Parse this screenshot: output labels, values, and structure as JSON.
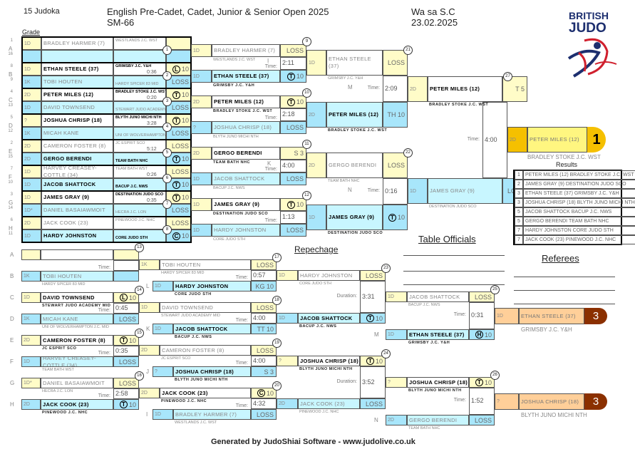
{
  "header": {
    "judoka_count": "15 Judoka",
    "event": "English Pre-Cadet, Cadet, Junior & Senior Open 2025",
    "category": "SM-66",
    "venue": "Wa sa  S.C",
    "date": "23.02.2025",
    "grade_label": "Grade",
    "logo": "BRITISH JUDO"
  },
  "labels": {
    "time": "Time:",
    "duration": "Duration:",
    "repechage": "Repechage",
    "table_officials": "Table Officials",
    "referees": "Referees",
    "results": "Results"
  },
  "pool_letters": [
    "A",
    "B",
    "C",
    "D",
    "E",
    "F",
    "G",
    "H"
  ],
  "seeds": [
    "1",
    "16",
    "8",
    "9",
    "4",
    "13",
    "5",
    "12",
    "2",
    "15",
    "7",
    "10",
    "3",
    "14",
    "6",
    "11"
  ],
  "matches": [
    {
      "num": "1",
      "time": "",
      "top": {
        "grade": "1D",
        "name": "BRADLEY HARMER (7)",
        "club": "WESTLANDS J.C. WST",
        "mark": "",
        "score": "",
        "win": false
      },
      "bottom": {
        "grade": "",
        "name": "",
        "club": "",
        "mark": "",
        "score": "",
        "win": false
      }
    },
    {
      "num": "2",
      "time": "0:36",
      "top": {
        "grade": "1D",
        "name": "ETHAN STEELE (37)",
        "club": "GRIMSBY J.C. Y&H",
        "mark": "L",
        "score": "10",
        "win": true
      },
      "bottom": {
        "grade": "1K",
        "name": "TOBI HOUTEN",
        "club": "HARDY SPICER 83 MID",
        "mark": "",
        "score": "LOSS",
        "win": false
      }
    },
    {
      "num": "3",
      "time": "0:20",
      "top": {
        "grade": "2D",
        "name": "PETER MILES (12)",
        "club": "BRADLEY STOKE J.C. WST",
        "mark": "T",
        "score": "10",
        "win": true
      },
      "bottom": {
        "grade": "1D",
        "name": "DAVID TOWNSEND",
        "club": "STEWART JUDO ACADEMY MID",
        "mark": "",
        "score": "LOSS",
        "win": false
      }
    },
    {
      "num": "4",
      "time": "3:28",
      "top": {
        "grade": "?",
        "name": "JOSHUA CHRISP (18)",
        "club": "BLYTH JUNO MICHI NTH",
        "mark": "T",
        "score": "10",
        "win": true
      },
      "bottom": {
        "grade": "1K",
        "name": "MICAH KANE",
        "club": "UNI OF WOLVERHAMPTON J.C. MID",
        "mark": "",
        "score": "LOSS",
        "win": false
      }
    },
    {
      "num": "5",
      "time": "5:12",
      "top": {
        "grade": "2D",
        "name": "CAMERON FOSTER (8)",
        "club": "JC ESPRIT SCO",
        "mark": "",
        "score": "LOSS",
        "win": false
      },
      "bottom": {
        "grade": "2D",
        "name": "GERGO BERENDI",
        "club": "TEAM BATH NHC",
        "mark": "T",
        "score": "10",
        "win": true
      }
    },
    {
      "num": "6",
      "time": "0:26",
      "top": {
        "grade": "1D",
        "name": "HARVEY CREASEY-COTTLE (34)",
        "club": "TEAM BATH WST",
        "mark": "",
        "score": "LOSS",
        "win": false
      },
      "bottom": {
        "grade": "1D",
        "name": "JACOB SHATTOCK",
        "club": "BACUP J.C. NWS",
        "mark": "T",
        "score": "10",
        "win": true
      }
    },
    {
      "num": "7",
      "time": "0:35",
      "top": {
        "grade": "1D",
        "name": "JAMES GRAY (9)",
        "club": "DESTINATION JUDO SCO",
        "mark": "T",
        "score": "10",
        "win": true
      },
      "bottom": {
        "grade": "1D*",
        "name": "DANIEL BASAIAWMOIT",
        "club": "HECRA J.C. LON",
        "mark": "",
        "score": "LOSS",
        "win": false
      }
    },
    {
      "num": "8",
      "time": "",
      "top": {
        "grade": "2D",
        "name": "JACK   COOK (23)",
        "club": "PINEWOOD J.C. NHC",
        "mark": "",
        "score": "LOSS",
        "win": false
      },
      "bottom": {
        "grade": "1D",
        "name": "HARDY JOHNSTON",
        "club": "CORE JUDO STH",
        "mark": "C",
        "score": "10",
        "win": true
      }
    },
    {
      "num": "9",
      "time": "2:11",
      "tag": "I",
      "top": {
        "grade": "1D",
        "name": "BRADLEY HARMER (7)",
        "club": "WESTLANDS J.C. WST",
        "mark": "",
        "score": "LOSS",
        "win": false
      },
      "bottom": {
        "grade": "1D",
        "name": "ETHAN STEELE (37)",
        "club": "GRIMSBY J.C. Y&H",
        "mark": "T",
        "score": "10",
        "win": true
      }
    },
    {
      "num": "10",
      "time": "2:18",
      "tag": "",
      "top": {
        "grade": "2D",
        "name": "PETER MILES (12)",
        "club": "BRADLEY STOKE J.C. WST",
        "mark": "T",
        "score": "10",
        "win": true
      },
      "bottom": {
        "grade": "?",
        "name": "JOSHUA CHRISP (18)",
        "club": "BLYTH JUNO MICHI NTH",
        "mark": "",
        "score": "LOSS",
        "win": false
      }
    },
    {
      "num": "11",
      "time": "4:00",
      "tag": "K",
      "top": {
        "grade": "2D",
        "name": "GERGO BERENDI",
        "club": "TEAM BATH NHC",
        "mark": "",
        "score": "S 3",
        "win": true
      },
      "bottom": {
        "grade": "1D",
        "name": "JACOB SHATTOCK",
        "club": "BACUP J.C. NWS",
        "mark": "",
        "score": "LOSS",
        "win": false
      }
    },
    {
      "num": "12",
      "time": "1:13",
      "tag": "",
      "top": {
        "grade": "1D",
        "name": "JAMES GRAY (9)",
        "club": "DESTINATION JUDO SCO",
        "mark": "T",
        "score": "10",
        "win": true
      },
      "bottom": {
        "grade": "1D",
        "name": "HARDY JOHNSTON",
        "club": "CORE JUDO STH",
        "mark": "",
        "score": "LOSS",
        "win": false
      }
    },
    {
      "num": "21",
      "time": "2:09",
      "tag": "M",
      "top": {
        "grade": "1D",
        "name": "ETHAN STEELE (37)",
        "club": "GRIMSBY J.C. Y&H",
        "mark": "",
        "score": "LOSS",
        "win": false
      },
      "bottom": {
        "grade": "2D",
        "name": "PETER MILES (12)",
        "club": "BRADLEY STOKE J.C. WST",
        "mark": "",
        "score": "TH 10",
        "win": true
      }
    },
    {
      "num": "22",
      "time": "0:16",
      "tag": "N",
      "top": {
        "grade": "2D",
        "name": "GERGO BERENDI",
        "club": "TEAM BATH NHC",
        "mark": "",
        "score": "LOSS",
        "win": false
      },
      "bottom": {
        "grade": "1D",
        "name": "JAMES GRAY (9)",
        "club": "DESTINATION JUDO SCO",
        "mark": "T",
        "score": "10",
        "win": true
      }
    },
    {
      "num": "27",
      "time": "4:00",
      "tag": "",
      "top": {
        "grade": "2D",
        "name": "PETER MILES (12)",
        "club": "BRADLEY STOKE J.C. WST",
        "mark": "",
        "score": "T 5",
        "win": true
      },
      "bottom": {
        "grade": "1D",
        "name": "JAMES GRAY (9)",
        "club": "DESTINATION JUDO SCO",
        "mark": "",
        "score": "LOSS",
        "win": false
      }
    },
    {
      "num": "13",
      "time": "",
      "tag": "",
      "top": {
        "grade": "",
        "name": "",
        "club": "",
        "mark": "",
        "score": "",
        "win": false
      },
      "bottom": {
        "grade": "1K",
        "name": "TOBI HOUTEN",
        "club": "HARDY SPICER 83 MID",
        "mark": "",
        "score": "",
        "win": false
      }
    },
    {
      "num": "14",
      "time": "0:45",
      "tag": "",
      "top": {
        "grade": "1D",
        "name": "DAVID TOWNSEND",
        "club": "STEWART JUDO ACADEMY MID",
        "mark": "L",
        "score": "10",
        "win": true
      },
      "bottom": {
        "grade": "1K",
        "name": "MICAH KANE",
        "club": "UNI OF WOLVERHAMPTON J.C. MID",
        "mark": "",
        "score": "LOSS",
        "win": false
      }
    },
    {
      "num": "15",
      "time": "0:35",
      "tag": "",
      "top": {
        "grade": "2D",
        "name": "CAMERON FOSTER (8)",
        "club": "JC ESPRIT SCO",
        "mark": "T",
        "score": "10",
        "win": true
      },
      "bottom": {
        "grade": "1D",
        "name": "HARVEY CREASEY-COTTLE (34)",
        "club": "TEAM BATH WST",
        "mark": "",
        "score": "LOSS",
        "win": false
      }
    },
    {
      "num": "16",
      "time": "2:58",
      "tag": "",
      "top": {
        "grade": "1D*",
        "name": "DANIEL BASAIAWMOIT",
        "club": "HECRA J.C. LON",
        "mark": "",
        "score": "LOSS",
        "win": false
      },
      "bottom": {
        "grade": "2D",
        "name": "JACK   COOK (23)",
        "club": "PINEWOOD J.C. NHC",
        "mark": "T",
        "score": "10",
        "win": true
      }
    },
    {
      "num": "17",
      "time": "0:57",
      "tag": "L",
      "top": {
        "grade": "1K",
        "name": "TOBI HOUTEN",
        "club": "HARDY SPICER 83 MID",
        "mark": "",
        "score": "LOSS",
        "win": false
      },
      "bottom": {
        "grade": "1D",
        "name": "HARDY JOHNSTON",
        "club": "CORE JUDO STH",
        "mark": "",
        "score": "KG 10",
        "win": true
      }
    },
    {
      "num": "18",
      "time": "4:00",
      "tag": "K",
      "top": {
        "grade": "1D",
        "name": "DAVID TOWNSEND",
        "club": "STEWART JUDO ACADEMY MID",
        "mark": "",
        "score": "LOSS",
        "win": false
      },
      "bottom": {
        "grade": "1D",
        "name": "JACOB SHATTOCK",
        "club": "BACUP J.C. NWS",
        "mark": "",
        "score": "TT 10",
        "win": true
      }
    },
    {
      "num": "19",
      "time": "4:00",
      "tag": "J",
      "top": {
        "grade": "2D",
        "name": "CAMERON FOSTER (8)",
        "club": "JC ESPRIT SCO",
        "mark": "",
        "score": "LOSS",
        "win": false
      },
      "bottom": {
        "grade": "?",
        "name": "JOSHUA CHRISP (18)",
        "club": "BLYTH JUNO MICHI NTH",
        "mark": "",
        "score": "S 3",
        "win": true
      }
    },
    {
      "num": "20",
      "time": "4:32",
      "tag": "I",
      "top": {
        "grade": "2D",
        "name": "JACK   COOK (23)",
        "club": "PINEWOOD J.C. NHC",
        "mark": "C",
        "score": "10",
        "win": true
      },
      "bottom": {
        "grade": "1D",
        "name": "BRADLEY HARMER (7)",
        "club": "WESTLANDS J.C. WST",
        "mark": "",
        "score": "LOSS",
        "win": false
      }
    },
    {
      "num": "23",
      "time": "3:31",
      "tag": "",
      "top": {
        "grade": "1D",
        "name": "HARDY JOHNSTON",
        "club": "CORE JUDO STH",
        "mark": "",
        "score": "LOSS",
        "win": false
      },
      "bottom": {
        "grade": "1D",
        "name": "JACOB SHATTOCK",
        "club": "BACUP J.C. NWS",
        "mark": "T",
        "score": "10",
        "win": true
      }
    },
    {
      "num": "24",
      "time": "3:52",
      "tag": "",
      "top": {
        "grade": "?",
        "name": "JOSHUA CHRISP (18)",
        "club": "BLYTH JUNO MICHI NTH",
        "mark": "T",
        "score": "10",
        "win": true
      },
      "bottom": {
        "grade": "2D",
        "name": "JACK   COOK (23)",
        "club": "PINEWOOD J.C. NHC",
        "mark": "",
        "score": "LOSS",
        "win": false
      }
    },
    {
      "num": "25",
      "time": "0:31",
      "tag": "M",
      "top": {
        "grade": "1D",
        "name": "JACOB SHATTOCK",
        "club": "BACUP J.C. NWS",
        "mark": "",
        "score": "LOSS",
        "win": false
      },
      "bottom": {
        "grade": "1D",
        "name": "ETHAN STEELE (37)",
        "club": "GRIMSBY J.C. Y&H",
        "mark": "H",
        "score": "10",
        "win": true
      }
    },
    {
      "num": "26",
      "time": "1:52",
      "tag": "N",
      "top": {
        "grade": "?",
        "name": "JOSHUA CHRISP (18)",
        "club": "BLYTH JUNO MICHI NTH",
        "mark": "T",
        "score": "10",
        "win": true
      },
      "bottom": {
        "grade": "2D",
        "name": "GERGO BERENDI",
        "club": "TEAM BATH NHC",
        "mark": "",
        "score": "LOSS",
        "win": false
      }
    }
  ],
  "winner": {
    "grade": "2D",
    "name": "PETER MILES (12)",
    "club": "BRADLEY STOKE J.C. WST",
    "place": "1"
  },
  "bronze": [
    {
      "grade": "1D",
      "name": "ETHAN STEELE (37)",
      "club": "GRIMSBY J.C. Y&H",
      "place": "3"
    },
    {
      "grade": "?",
      "name": "JOSHUA CHRISP (18)",
      "club": "BLYTH JUNO MICHI NTH",
      "place": "3"
    }
  ],
  "results": [
    {
      "rank": "1",
      "text": "PETER MILES (12) BRADLEY STOKE J.C. WST"
    },
    {
      "rank": "2",
      "text": "JAMES GRAY (9) DESTINATION JUDO SCO"
    },
    {
      "rank": "3",
      "text": "ETHAN STEELE (37) GRIMSBY J.C. Y&H"
    },
    {
      "rank": "3",
      "text": "JOSHUA CHRISP (18) BLYTH JUNO MICHI NTH"
    },
    {
      "rank": "5",
      "text": "JACOB SHATTOCK BACUP J.C. NWS"
    },
    {
      "rank": "5",
      "text": "GERGO BERENDI TEAM BATH NHC"
    },
    {
      "rank": "7",
      "text": "HARDY JOHNSTON CORE JUDO STH"
    },
    {
      "rank": "7",
      "text": "JACK   COOK (23) PINEWOOD J.C. NHC"
    }
  ],
  "footer": "Generated by JudoShiai Software - www.judolive.co.uk"
}
